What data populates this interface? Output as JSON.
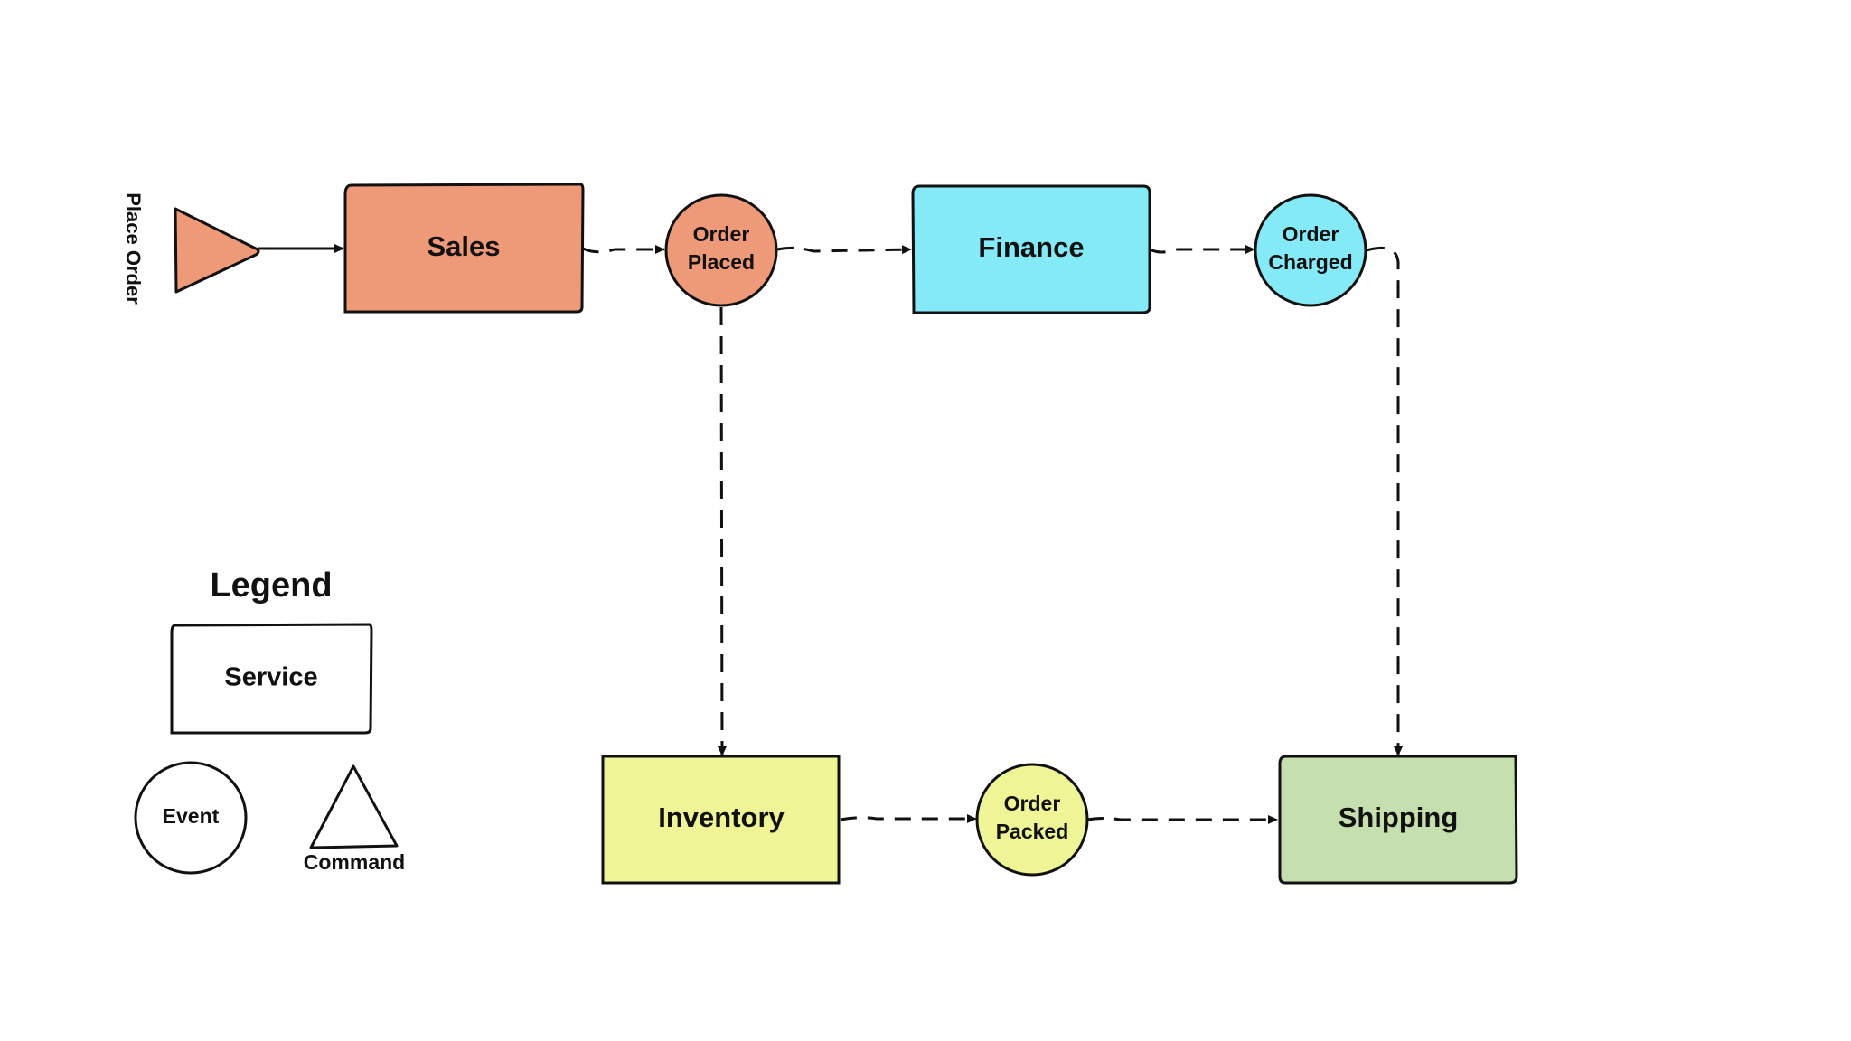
{
  "command": {
    "label": "Place Order",
    "color": "#ee9a78"
  },
  "services": {
    "sales": {
      "label": "Sales",
      "color": "#ee9a78"
    },
    "finance": {
      "label": "Finance",
      "color": "#85eaf8"
    },
    "inventory": {
      "label": "Inventory",
      "color": "#eff596"
    },
    "shipping": {
      "label": "Shipping",
      "color": "#c6dfaf"
    }
  },
  "events": {
    "order_placed": {
      "line1": "Order",
      "line2": "Placed",
      "color": "#ee9a78"
    },
    "order_charged": {
      "line1": "Order",
      "line2": "Charged",
      "color": "#85eaf8"
    },
    "order_packed": {
      "line1": "Order",
      "line2": "Packed",
      "color": "#eff596"
    }
  },
  "legend": {
    "title": "Legend",
    "service_label": "Service",
    "event_label": "Event",
    "command_label": "Command"
  },
  "colors": {
    "stroke": "#111111",
    "background": "#ffffff"
  }
}
